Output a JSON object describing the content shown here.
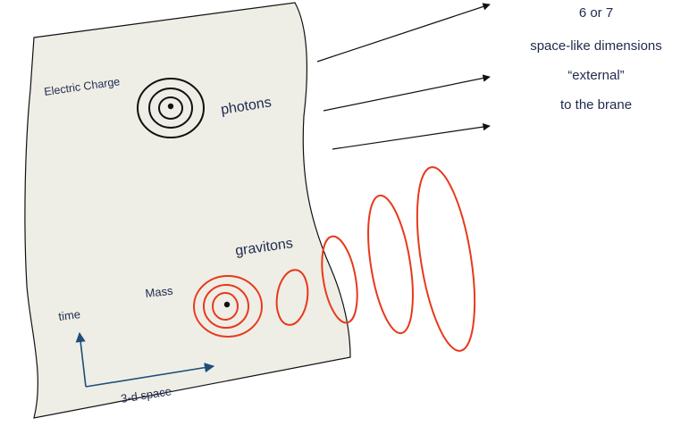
{
  "labels": {
    "electric_charge": "Electric Charge",
    "photons": "photons",
    "gravitons": "gravitons",
    "mass": "Mass",
    "time": "time",
    "space": "3-d space"
  },
  "dimensions_text": {
    "line1": "6 or 7",
    "line2": "space-like dimensions",
    "line3": "“external”",
    "line4": "to the brane"
  },
  "colors": {
    "brane_fill": "#eeeee6",
    "outline": "#111111",
    "graviton_red": "#e8391c",
    "axis_blue": "#1f4e79",
    "text": "#1f2a4d"
  }
}
